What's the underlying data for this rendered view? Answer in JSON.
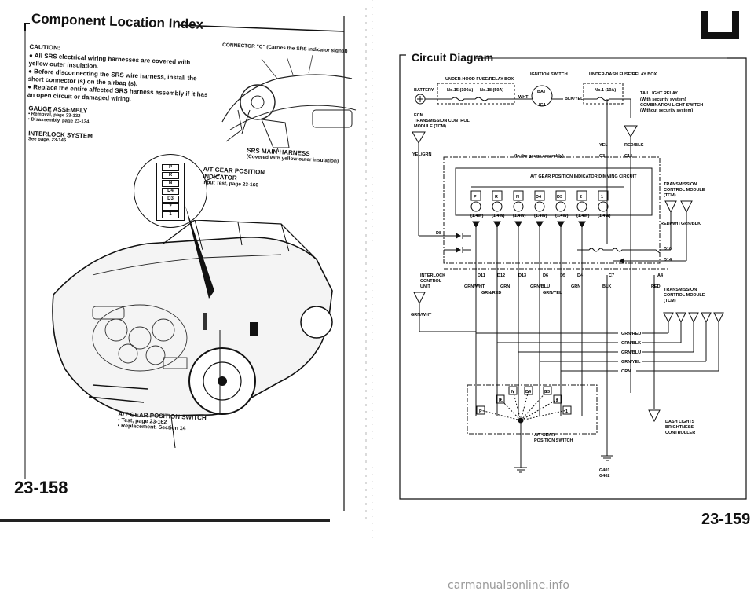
{
  "left_page": {
    "title": "Component Location Index",
    "caution_title": "CAUTION:",
    "caution_items": [
      "All SRS electrical wiring harnesses are covered with yellow outer insulation.",
      "Before disconnecting the SRS wire harness, install the short connector (s) on the airbag (s).",
      "Replace the entire affected SRS harness assembly if it has an open circuit or damaged wiring."
    ],
    "gauge_assembly": {
      "title": "GAUGE ASSEMBLY",
      "items": [
        "Removal, page 23-132",
        "Disassembly, page 23-134"
      ]
    },
    "interlock": {
      "title": "INTERLOCK SYSTEM",
      "ref": "See page, 23-145"
    },
    "connector_c": "CONNECTOR \"C\" (Carries the SRS indicator signal)",
    "srs_harness": {
      "title": "SRS MAIN HARNESS",
      "note": "(Covered with yellow outer insulation)"
    },
    "at_indicator": {
      "title": "A/T GEAR POSITION INDICATOR",
      "ref": "Input Test, page 23-160"
    },
    "gear_letters": [
      "P",
      "R",
      "N",
      "D4",
      "D3",
      "2",
      "1"
    ],
    "at_switch": {
      "title": "A/T GEAR POSITION SWITCH",
      "items": [
        "Test, page 23-162",
        "Replacement, Section 14"
      ]
    },
    "page_number": "23-158"
  },
  "right_page": {
    "title": "Circuit Diagram",
    "battery": "BATTERY",
    "underhood": "UNDER-HOOD FUSE/RELAY BOX",
    "fuse_15": "No.15 (100A)",
    "fuse_18": "No.18 (50A)",
    "ignition": "IGNITION SWITCH",
    "bat": "BAT",
    "ig1": "IG1",
    "underdash": "UNDER-DASH FUSE/RELAY BOX",
    "fuse_1": "No.1 (10A)",
    "wht": "WHT",
    "blk_yel": "BLK/YEL",
    "taillight_relay": "TAILLIGHT RELAY",
    "taillight_notes": [
      "(With security system)",
      "COMBINATION LIGHT SWITCH",
      "(Without security system)"
    ],
    "ecm": [
      "ECM",
      "TRANSMISSION CONTROL",
      "MODULE (TCM)"
    ],
    "yel_grn": "YEL/GRN",
    "yel": "YEL",
    "red_blk": "RED/BLK",
    "gauge_note": "(In the gauge assembly)",
    "c3": "C3",
    "c14": "C14",
    "dimming": "A/T GEAR POSITION INDICATOR DIMMING CIRCUIT",
    "tcm_label": [
      "TRANSMISSION",
      "CONTROL MODULE",
      "(TCM)"
    ],
    "red_wht": "RED/WHT",
    "grn_blk": "GRN/BLK",
    "bulb_letters": [
      "P",
      "R",
      "N",
      "D4",
      "D3",
      "2",
      "1"
    ],
    "bulb_watts": [
      "(1.4W)",
      "(1.4W)",
      "(1.4W)",
      "(1.4W)",
      "(1.4W)",
      "(1.4W)",
      "(1.4W)"
    ],
    "d8": "D8",
    "d10": "D10",
    "d14": "D14",
    "interlock_unit": [
      "INTERLOCK",
      "CONTROL",
      "UNIT"
    ],
    "connectors_row": [
      "D11",
      "D12",
      "D13",
      "D6",
      "D5",
      "D4",
      "C7",
      "A4"
    ],
    "grn_wht": "GRN/WHT",
    "grn": "GRN",
    "grn_red": "GRN/RED",
    "grn_blu": "GRN/BLU",
    "grn_yel": "GRN/YEL",
    "blk": "BLK",
    "red": "RED",
    "orn": "ORN",
    "tcm2": [
      "TRANSMISSION",
      "CONTROL MODULE",
      "(TCM)"
    ],
    "wire_list": [
      "GRN/RED",
      "GRN/BLK",
      "GRN/BLU",
      "GRN/YEL",
      "ORN"
    ],
    "switch_letters": [
      "P",
      "R",
      "N",
      "D4",
      "D3",
      "2",
      "1"
    ],
    "at_switch": [
      "A/T GEAR",
      "POSITION SWITCH"
    ],
    "dash_lights": [
      "DASH LIGHTS",
      "BRIGHTNESS",
      "CONTROLLER"
    ],
    "ground": [
      "G401",
      "G402"
    ],
    "page_number": "23-159"
  },
  "watermark": "carmanualsonline.info"
}
